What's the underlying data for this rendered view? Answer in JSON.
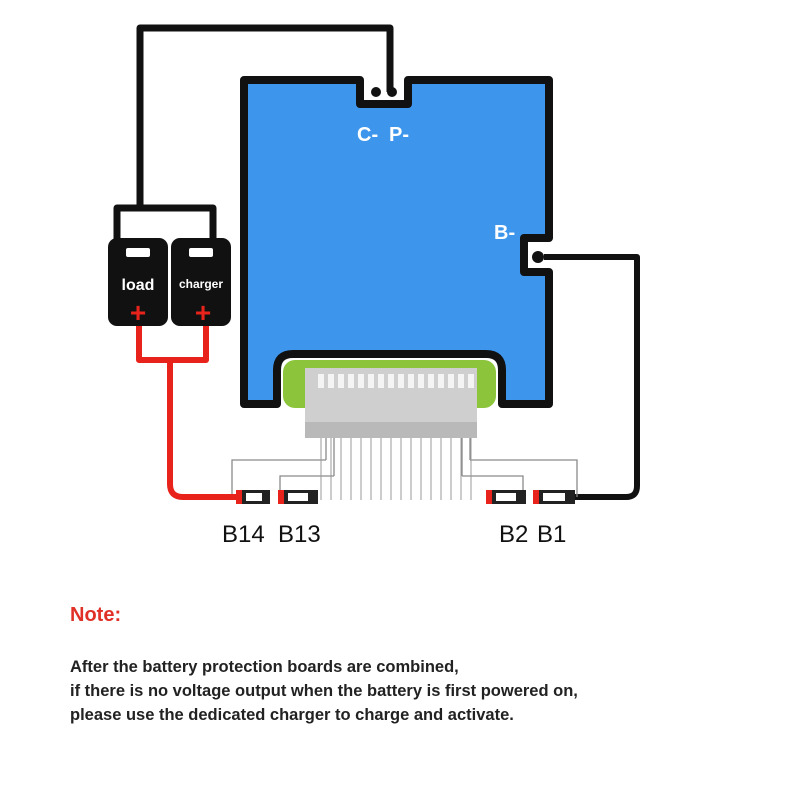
{
  "colors": {
    "board": "#3d95ec",
    "outline": "#111111",
    "wire_black": "#111111",
    "wire_red": "#e8231b",
    "note_title": "#e03127",
    "connector_green": "#8cc43c",
    "header_gray": "#cfcfcf"
  },
  "board": {
    "label_c": "C-",
    "label_p": "P-",
    "label_b": "B-"
  },
  "terminals": {
    "load": "load",
    "charger": "charger",
    "plus_symbol": "+"
  },
  "batteries": {
    "b14": "B14",
    "b13": "B13",
    "b2": "B2",
    "b1": "B1"
  },
  "note": {
    "title": "Note:",
    "lines": [
      "After the battery protection boards are combined,",
      "if there is no voltage output when the battery is first powered on,",
      "please use the dedicated charger to charge and activate."
    ]
  }
}
